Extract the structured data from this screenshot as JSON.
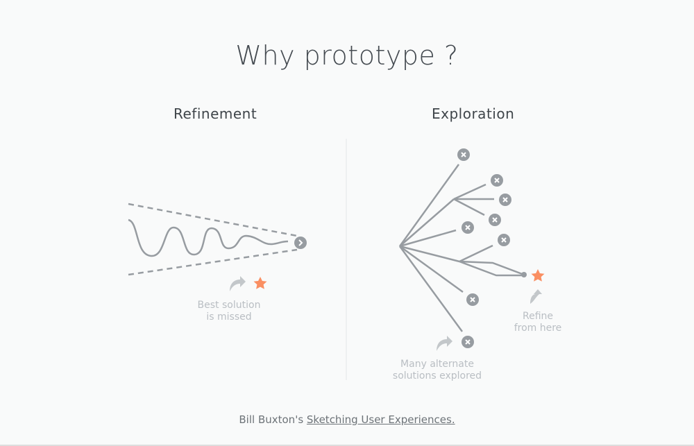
{
  "title": "Why prototype ?",
  "refinement": {
    "heading": "Refinement",
    "caption_line1": "Best solution",
    "caption_line2": "is missed"
  },
  "exploration": {
    "heading": "Exploration",
    "caption_line1": "Many alternate",
    "caption_line2": "solutions explored",
    "refine_line1": "Refine",
    "refine_line2": "from here"
  },
  "credit": {
    "prefix": "Bill Buxton's ",
    "link": "Sketching User Experiences."
  },
  "colors": {
    "line": "#979ca1",
    "star": "#fa8f62",
    "arrow": "#c3c7ca"
  }
}
